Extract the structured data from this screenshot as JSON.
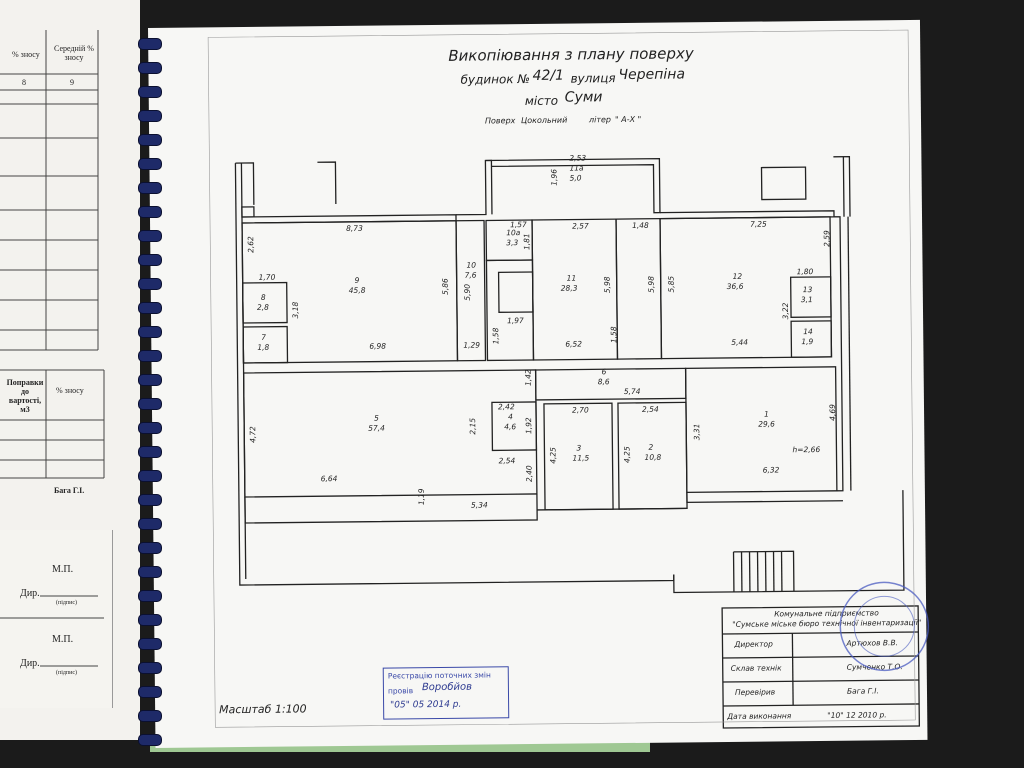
{
  "left_sheet": {
    "col_pct_snosu": "% зносу",
    "col_avg_pct": "Середній % зносу",
    "col_num_8": "8",
    "col_num_9": "9",
    "corrections_header": "Поправки до вартості, м3",
    "pct_header": "% зносу",
    "signer": "Бага Г.І.",
    "mp1": "М.П.",
    "dyr1": "Дир.",
    "pidpys1": "(підпис)",
    "mp2": "М.П.",
    "dyr2": "Дир.",
    "pidpys2": "(підпис)"
  },
  "header": {
    "title": "Викопіювання з плану поверху",
    "budynok_label": "будинок №",
    "budynok_value": "42/1",
    "vulytsia_label": "вулиця",
    "vulytsia_value": "Черепіна",
    "misto_label": "місто",
    "misto_value": "Суми",
    "poverkh_label": "Поверх",
    "poverkh_value": "Цокольний",
    "liter_label": "літер",
    "liter_value": "\" А-Х \""
  },
  "rooms": [
    {
      "num": "11а",
      "area": "5,0"
    },
    {
      "num": "10а",
      "area": "3,3"
    },
    {
      "num": "10",
      "area": "7,6"
    },
    {
      "num": "9",
      "area": "45,8"
    },
    {
      "num": "8",
      "area": "2,8"
    },
    {
      "num": "7",
      "area": "1,8"
    },
    {
      "num": "11",
      "area": "28,3"
    },
    {
      "num": "12",
      "area": "36,6"
    },
    {
      "num": "13",
      "area": "3,1"
    },
    {
      "num": "14",
      "area": "1,9"
    },
    {
      "num": "6",
      "area": "8,6"
    },
    {
      "num": "5",
      "area": "57,4"
    },
    {
      "num": "4",
      "area": "4,6"
    },
    {
      "num": "3",
      "area": "11,5"
    },
    {
      "num": "2",
      "area": "10,8"
    },
    {
      "num": "1",
      "area": "29,6"
    }
  ],
  "dims": [
    "2,53",
    "1,96",
    "8,73",
    "2,62",
    "1,70",
    "3,18",
    "5,86",
    "5,90",
    "1,57",
    "1,81",
    "2,57",
    "1,48",
    "5,98",
    "5,98",
    "5,85",
    "7,25",
    "2,59",
    "1,80",
    "3,22",
    "1,97",
    "1,58",
    "1,58",
    "6,98",
    "1,29",
    "6,52",
    "5,44",
    "1,42",
    "5,74",
    "4,72",
    "2,42",
    "2,15",
    "1,92",
    "2,70",
    "2,54",
    "3,31",
    "4,69",
    "2,54",
    "2,40",
    "4,25",
    "4,25",
    "6,64",
    "1,19",
    "5,34",
    "6,32",
    "h=2,66"
  ],
  "scale": "Масштаб 1:100",
  "registration_stamp": {
    "line1": "Реєстрацію поточних змін",
    "line2": "провів",
    "signature": "Воробйов",
    "date": "\"05\" 05 2014 р."
  },
  "title_block": {
    "org_line1": "Комунальне підприємство",
    "org_line2": "\"Сумське міське бюро технічної інвентаризації\"",
    "rows": [
      {
        "role": "Директор",
        "name": "Артюхов В.В."
      },
      {
        "role": "Склав технік",
        "name": "Сумченко Т.О."
      },
      {
        "role": "Перевірив",
        "name": "Бага Г.І."
      },
      {
        "role": "Дата виконання",
        "name": "\"10\"  12  2010 р."
      }
    ]
  },
  "colors": {
    "ink": "#222222",
    "stamp_blue": "#3a49a8",
    "spiral": "#1e2a68",
    "paper": "#f7f7f5",
    "background": "#1b1b1b"
  }
}
